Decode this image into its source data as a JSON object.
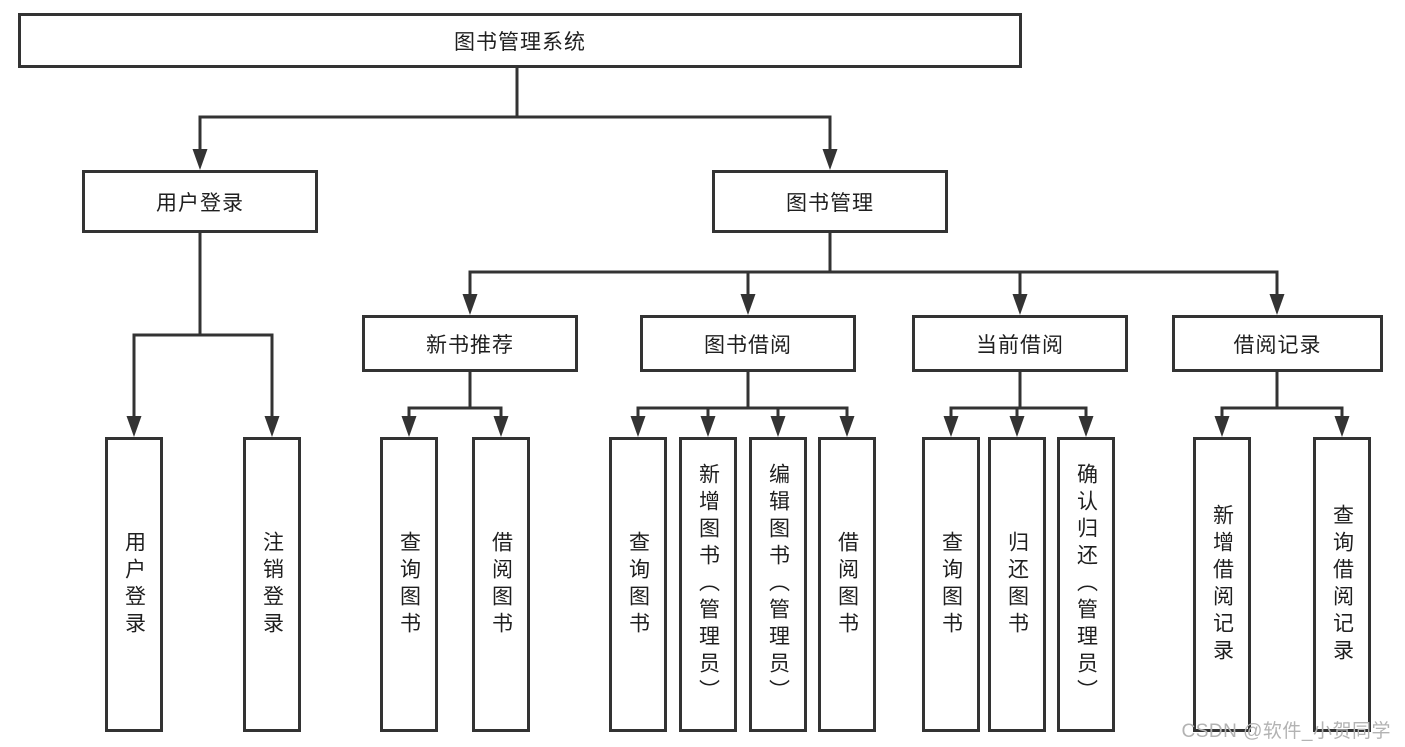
{
  "diagram": {
    "title": "图书管理系统",
    "root": {
      "label": "图书管理系统"
    },
    "branches": [
      {
        "label": "用户登录",
        "children": [
          {
            "label": "用户登录"
          },
          {
            "label": "注销登录"
          }
        ]
      },
      {
        "label": "图书管理",
        "children": [
          {
            "label": "新书推荐",
            "children": [
              {
                "label": "查询图书"
              },
              {
                "label": "借阅图书"
              }
            ]
          },
          {
            "label": "图书借阅",
            "children": [
              {
                "label": "查询图书"
              },
              {
                "label": "新增图书（管理员）"
              },
              {
                "label": "编辑图书（管理员）"
              },
              {
                "label": "借阅图书"
              }
            ]
          },
          {
            "label": "当前借阅",
            "children": [
              {
                "label": "查询图书"
              },
              {
                "label": "归还图书"
              },
              {
                "label": "确认归还（管理员）"
              }
            ]
          },
          {
            "label": "借阅记录",
            "children": [
              {
                "label": "新增借阅记录"
              },
              {
                "label": "查询借阅记录"
              }
            ]
          }
        ]
      }
    ]
  },
  "watermark": {
    "text": "CSDN @软件_小贺同学"
  },
  "colors": {
    "line": "#333333",
    "box_border": "#333333",
    "box_fill": "#ffffff",
    "text": "#1f1f1f",
    "watermark": "#b3b3b3",
    "background": "#ffffff"
  }
}
